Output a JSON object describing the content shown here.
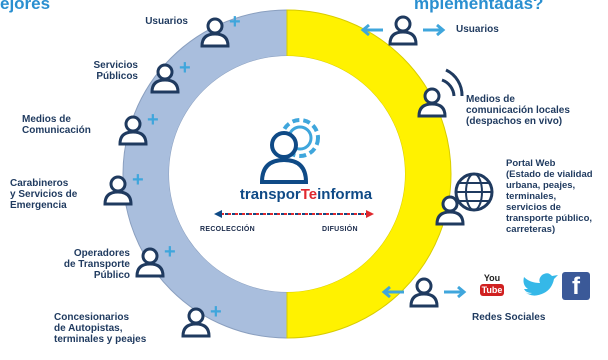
{
  "header": {
    "left": "ejores",
    "right": "mplementadas?"
  },
  "left_labels": [
    "Usuarios",
    "Servicios\nPúblicos",
    "Medios de\nComunicación",
    "Carabineros\ny Servicios de\nEmergencia",
    "Operadores\nde Transporte\nPúblico",
    "Concesionarios\nde Autopistas,\nterminales y peajes"
  ],
  "right_labels": [
    "Usuarios",
    "Medios de\ncomunicación locales\n(despachos en vivo)",
    "Portal Web\n(Estado de vialidad\nurbana, peajes,\nterminales,\nservicios de\ntransporte público,\ncarreteras)",
    "Redes Sociales"
  ],
  "center": {
    "logo_part1": "transpor",
    "logo_part2": "Te",
    "logo_part3": "informa",
    "left_caption": "RECOLECCIÓN",
    "right_caption": "DIFUSIÓN"
  },
  "social": {
    "youtube_top": "You",
    "youtube_bottom": "Tube",
    "facebook": "f"
  },
  "colors": {
    "left_ring": "#a9bedd",
    "right_ring": "#fff200",
    "icon_outline": "#1f3a5f",
    "plus": "#3fa6dc",
    "logo_blue": "#0f4a86",
    "logo_red": "#e0282e"
  }
}
